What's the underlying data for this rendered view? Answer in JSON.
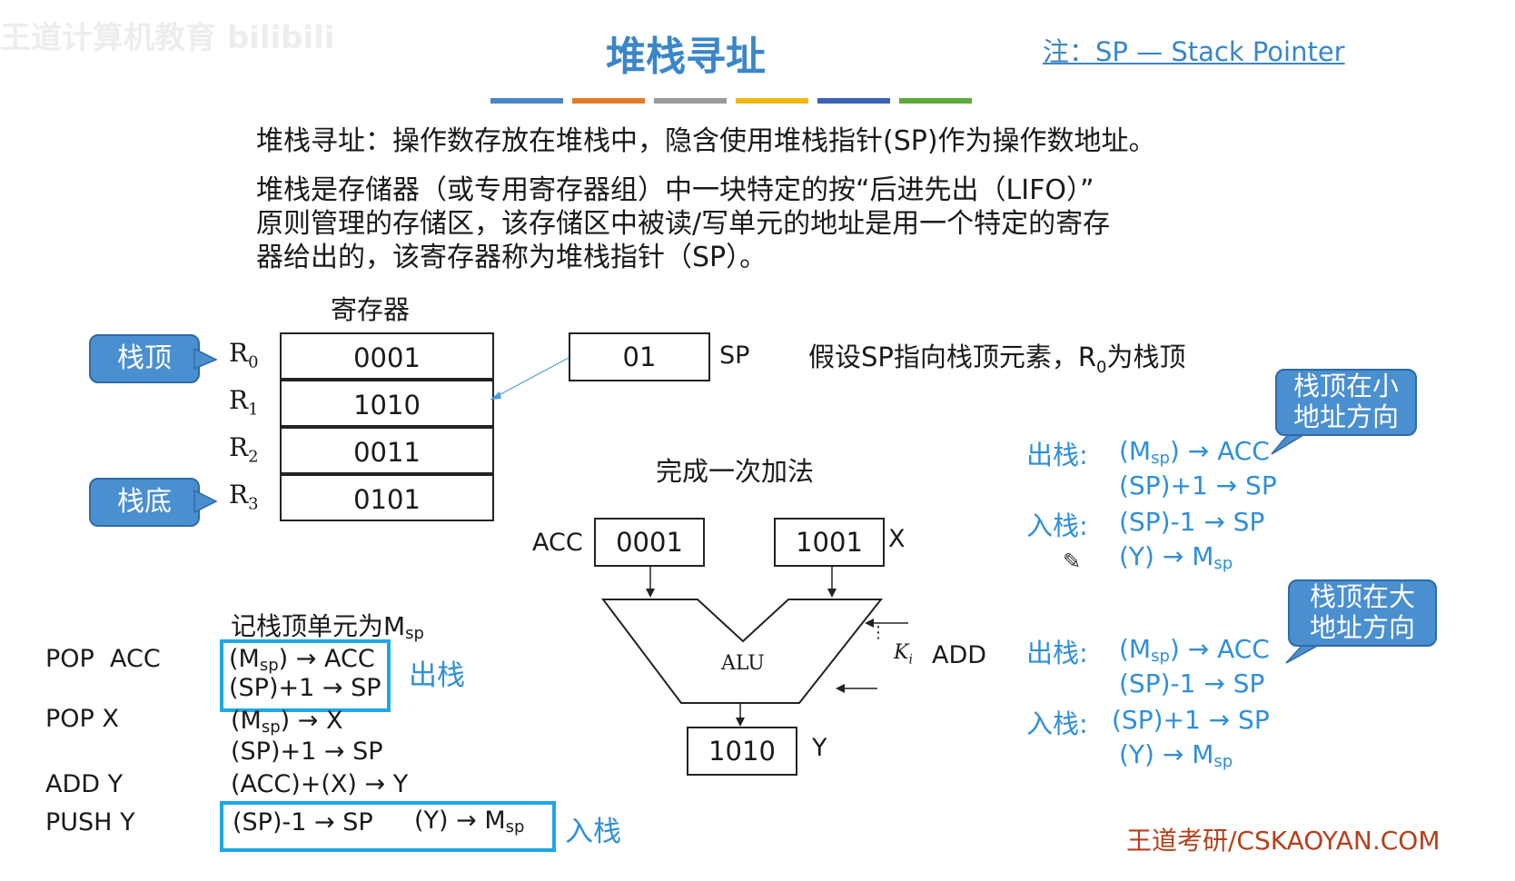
{
  "watermark": "王道计算机教育 bilibili",
  "title": "堆栈寻址",
  "note": "注：SP — Stack Pointer",
  "color_bars": [
    "#4a86c6",
    "#e07b2a",
    "#9b9b9b",
    "#f2b70f",
    "#3b62b5",
    "#5da83a"
  ],
  "definition": "堆栈寻址：操作数存放在堆栈中，隐含使用堆栈指针(SP)作为操作数地址。",
  "explanation": [
    "堆栈是存储器（或专用寄存器组）中一块特定的按“后进先出（LIFO）”",
    "原则管理的存储区，该存储区中被读/写单元的地址是用一个特定的寄存",
    "器给出的，该寄存器称为堆栈指针（SP）。"
  ],
  "register_title": "寄存器",
  "registers": [
    {
      "name": "R",
      "sub": "0",
      "value": "0001"
    },
    {
      "name": "R",
      "sub": "1",
      "value": "1010"
    },
    {
      "name": "R",
      "sub": "2",
      "value": "0011"
    },
    {
      "name": "R",
      "sub": "3",
      "value": "0101"
    }
  ],
  "callout_top": "栈顶",
  "callout_bottom": "栈底",
  "sp_value": "01",
  "sp_label": "SP",
  "assumption": {
    "pre": "假设SP指向栈顶元素，R",
    "sub": "0",
    "post": "为栈顶"
  },
  "add_title": "完成一次加法",
  "acc_label": "ACC",
  "acc_value": "0001",
  "x_value": "1001",
  "x_label": "X",
  "alu_label": "ALU",
  "ki_label": "K",
  "ki_sub": "i",
  "add_label": "ADD",
  "y_value": "1010",
  "y_label": "Y",
  "msp_note": {
    "pre": "记栈顶单元为M",
    "sub": "sp"
  },
  "instructions": [
    {
      "name": "POP  ACC"
    },
    {
      "name": "POP X"
    },
    {
      "name": "ADD Y"
    },
    {
      "name": "PUSH Y"
    }
  ],
  "ops": {
    "pop_acc_1": {
      "pre": "(M",
      "sub": "sp",
      "post": ") → ACC"
    },
    "pop_acc_2": "(SP)+1 → SP",
    "pop_x_1": {
      "pre": "(M",
      "sub": "sp",
      "post": ") → X"
    },
    "pop_x_2": "(SP)+1 → SP",
    "add_y": "(ACC)+(X) → Y",
    "push_y_1": "(SP)-1 → SP",
    "push_y_2": {
      "pre": "(Y) → M",
      "sub": "sp"
    }
  },
  "pop_label": "出栈",
  "push_label": "入栈",
  "small_addr": {
    "callout": [
      "栈顶在小",
      "地址方向"
    ],
    "pop_label": "出栈:",
    "pop1": {
      "pre": "(M",
      "sub": "sp",
      "post": ") → ACC"
    },
    "pop2": "(SP)+1 → SP",
    "push_label": "入栈:",
    "push1": "(SP)-1 → SP",
    "push2": {
      "pre": "(Y) → M",
      "sub": "sp"
    }
  },
  "large_addr": {
    "callout": [
      "栈顶在大",
      "地址方向"
    ],
    "pop_label": "出栈:",
    "pop1": {
      "pre": "(M",
      "sub": "sp",
      "post": ") → ACC"
    },
    "pop2": "(SP)-1 → SP",
    "push_label": "入栈:",
    "push1": "(SP)+1 → SP",
    "push2": {
      "pre": "(Y) → M",
      "sub": "sp"
    }
  },
  "footer": "王道考研/CSKAOYAN.COM",
  "icons": {
    "pencil": "pencil-icon"
  }
}
